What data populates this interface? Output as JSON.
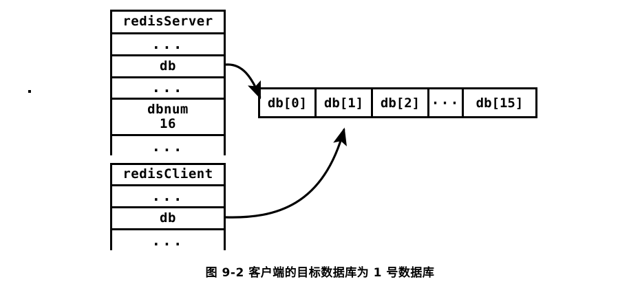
{
  "figure": {
    "caption": "图 9-2    客户端的目标数据库为 1 号数据库",
    "caption_number": "图 9-2",
    "caption_text": "客户端的目标数据库为 1 号数据库"
  },
  "redis_server": {
    "title": "redisServer",
    "rows": [
      {
        "label": "...",
        "type": "ellipsis"
      },
      {
        "label": "db",
        "type": "field"
      },
      {
        "label": "...",
        "type": "ellipsis"
      },
      {
        "label": "dbnum\n16",
        "type": "field"
      },
      {
        "label": "...",
        "type": "ellipsis"
      }
    ]
  },
  "redis_client": {
    "title": "redisClient",
    "rows": [
      {
        "label": "...",
        "type": "ellipsis"
      },
      {
        "label": "db",
        "type": "field"
      },
      {
        "label": "...",
        "type": "ellipsis"
      }
    ]
  },
  "db_array": {
    "cells": [
      {
        "label": "db[0]"
      },
      {
        "label": "db[1]"
      },
      {
        "label": "db[2]"
      },
      {
        "label": "···"
      },
      {
        "label": "db[15]"
      }
    ]
  },
  "arrows": [
    {
      "name": "server-db-to-array",
      "from": "redisServer.db",
      "to": "db_array.start"
    },
    {
      "name": "client-db-to-db1",
      "from": "redisClient.db",
      "to": "db_array.db[1]"
    }
  ],
  "colors": {
    "ink": "#000000",
    "paper": "#ffffff"
  }
}
